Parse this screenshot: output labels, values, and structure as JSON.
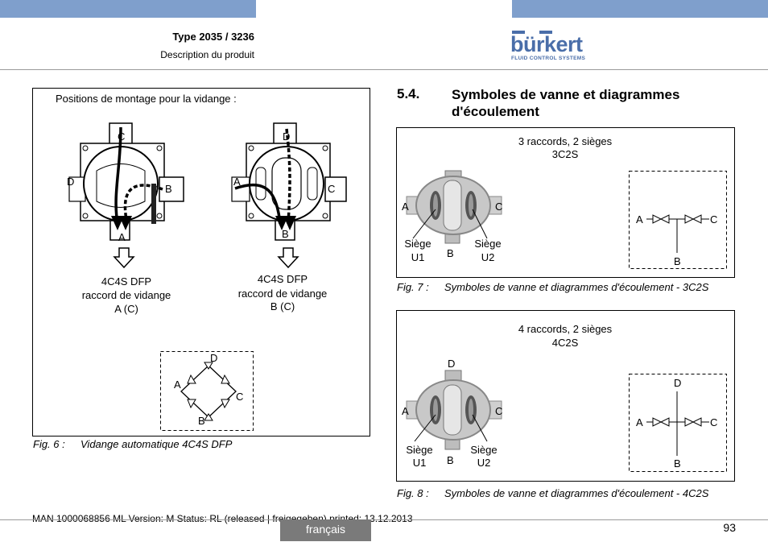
{
  "header": {
    "type_title": "Type 2035 / 3236",
    "subtitle": "Description du produit",
    "logo_text": "bürkert",
    "logo_tagline": "FLUID CONTROL SYSTEMS"
  },
  "left_figure": {
    "heading": "Positions de montage pour la vidange :",
    "valve_left": {
      "top": "C",
      "left": "D",
      "right": "B",
      "bottom": "A",
      "caption_line1": "4C4S DFP",
      "caption_line2": "raccord de vidange",
      "caption_line3": "A (C)"
    },
    "valve_right": {
      "top": "D",
      "left": "A",
      "right": "C",
      "bottom": "B",
      "caption_line1": "4C4S DFP",
      "caption_line2": "raccord de vidange",
      "caption_line3": "B (C)"
    },
    "symbol": {
      "d": "D",
      "a": "A",
      "c": "C",
      "b": "B"
    },
    "fig_label": "Fig. 6 :",
    "fig_text": "Vidange automatique 4C4S DFP"
  },
  "section": {
    "number": "5.4.",
    "title": "Symboles de vanne et diagrammes d'écoulement"
  },
  "fig7": {
    "title_line1": "3 raccords, 2 sièges",
    "title_line2": "3C2S",
    "port_a": "A",
    "port_c": "C",
    "port_b": "B",
    "seat_left_1": "Siège",
    "seat_left_2": "U1",
    "seat_right_1": "Siège",
    "seat_right_2": "U2",
    "sym_a": "A",
    "sym_c": "C",
    "sym_b": "B",
    "fig_label": "Fig. 7 :",
    "fig_text": "Symboles de vanne et diagrammes d'écoulement - 3C2S"
  },
  "fig8": {
    "title_line1": "4 raccords, 2 sièges",
    "title_line2": "4C2S",
    "port_d": "D",
    "port_a": "A",
    "port_c": "C",
    "port_b": "B",
    "seat_left_1": "Siège",
    "seat_left_2": "U1",
    "seat_right_1": "Siège",
    "seat_right_2": "U2",
    "sym_d": "D",
    "sym_a": "A",
    "sym_c": "C",
    "sym_b": "B",
    "fig_label": "Fig. 8 :",
    "fig_text": "Symboles de vanne et diagrammes d'écoulement - 4C2S"
  },
  "footer": {
    "meta": "MAN  1000068856  ML  Version: M Status: RL (released | freigegeben)  printed: 13.12.2013",
    "language": "français",
    "page_number": "93"
  }
}
